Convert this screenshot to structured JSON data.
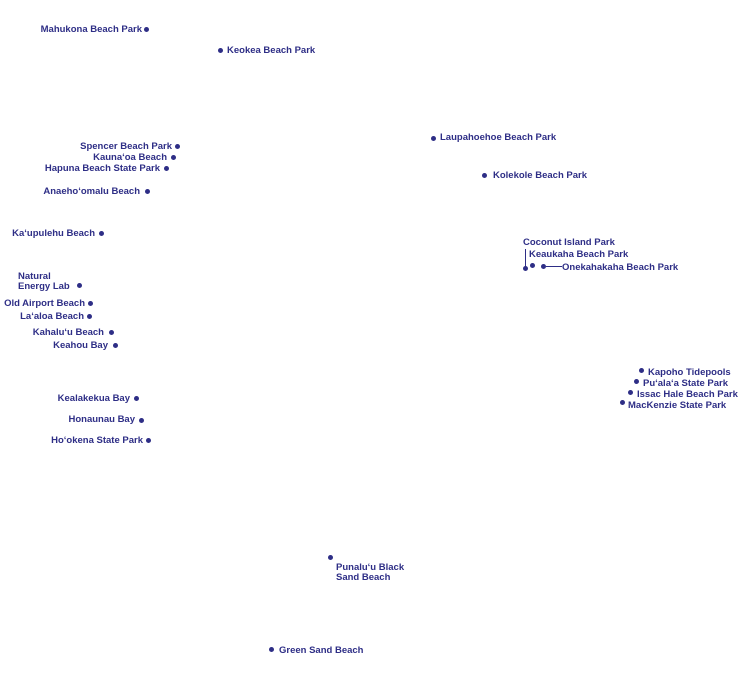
{
  "colors": {
    "marker": "#2e2e86",
    "background": "#ffffff"
  },
  "places": [
    {
      "id": "mahukona",
      "name": "Mahukona Beach Park"
    },
    {
      "id": "keokea",
      "name": "Keokea Beach Park"
    },
    {
      "id": "spencer",
      "name": "Spencer Beach Park"
    },
    {
      "id": "kaunaoa",
      "name": "Kauna‘oa Beach"
    },
    {
      "id": "hapuna",
      "name": "Hapuna Beach State Park"
    },
    {
      "id": "anaehoomalu",
      "name": "Anaeho‘omalu Beach"
    },
    {
      "id": "kaupulehu",
      "name": "Ka‘upulehu Beach"
    },
    {
      "id": "nelha",
      "name": "Natural Energy Lab"
    },
    {
      "id": "oldairport",
      "name": "Old Airport Beach"
    },
    {
      "id": "laaloa",
      "name": "La‘aloa Beach"
    },
    {
      "id": "kahaluu",
      "name": "Kahalu‘u Beach"
    },
    {
      "id": "keahou",
      "name": "Keahou Bay"
    },
    {
      "id": "kealakekua",
      "name": "Kealakekua Bay"
    },
    {
      "id": "honaunau",
      "name": "Honaunau Bay"
    },
    {
      "id": "hookena",
      "name": "Ho‘okena State Park"
    },
    {
      "id": "laupahoehoe",
      "name": "Laupahoehoe Beach Park"
    },
    {
      "id": "kolekole",
      "name": "Kolekole Beach Park"
    },
    {
      "id": "coconut",
      "name": "Coconut Island Park"
    },
    {
      "id": "keaukaha",
      "name": "Keaukaha Beach Park"
    },
    {
      "id": "onekahakaha",
      "name": "Onekahakaha Beach Park"
    },
    {
      "id": "kapoho",
      "name": "Kapoho Tidepools"
    },
    {
      "id": "puala",
      "name": "Pu‘ala‘a State Park"
    },
    {
      "id": "issac",
      "name": "Issac Hale Beach Park"
    },
    {
      "id": "mackenzie",
      "name": "MacKenzie State Park"
    },
    {
      "id": "punaluu",
      "name": "Punalu‘u Black Sand Beach"
    },
    {
      "id": "greensand",
      "name": "Green Sand Beach"
    }
  ]
}
